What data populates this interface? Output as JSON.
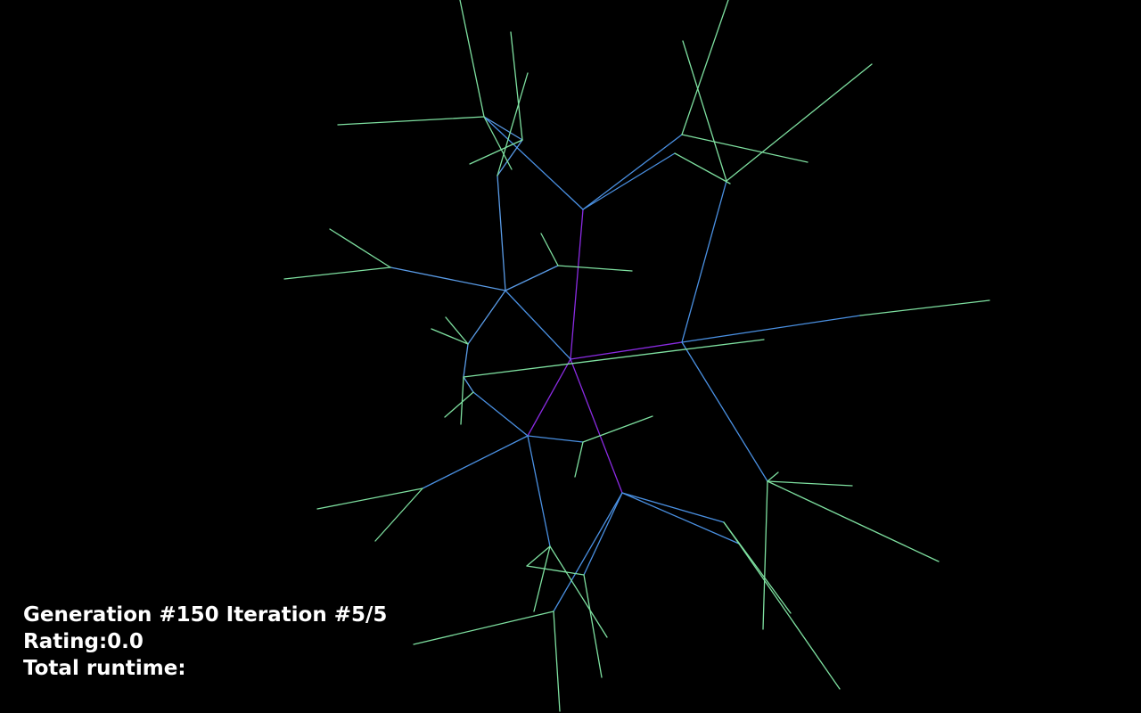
{
  "hud": {
    "line1": "Generation #150 Iteration #5/5",
    "line2": "Rating:0.0",
    "line3": "Total runtime:"
  },
  "colors": {
    "background": "#000000",
    "text": "#ffffff",
    "depth_core": "#8a2be2",
    "depth_mid": "#4a90e2",
    "depth_outer": "#5a9ce8",
    "depth_leaf": "#7ee0a0"
  }
}
